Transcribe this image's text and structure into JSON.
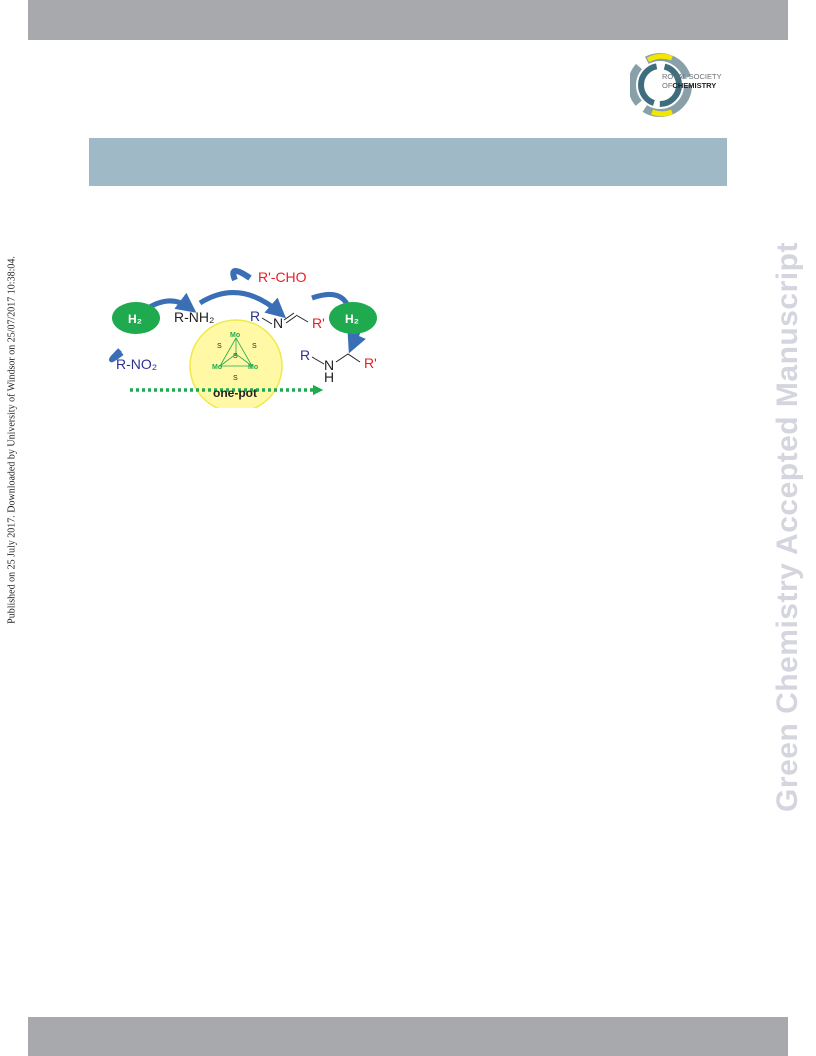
{
  "header": {
    "publisher_line1": "ROYAL SOCIETY",
    "publisher_line2_prefix": "OF",
    "publisher_line2_bold": "CHEMISTRY"
  },
  "side_note": "Published on 25 July 2017. Downloaded by University of Windsor on 25/07/2017 10:38:04.",
  "watermark": "Green Chemistry Accepted Manuscript",
  "graphic": {
    "reagent_top": "R'-CHO",
    "amine": "R-NH₂",
    "nitro": "R-NO₂",
    "h2_label": "H₂",
    "catalyst_mo": "Mo",
    "catalyst_s": "S",
    "catalyst_label": "one-pot",
    "imine_r": "R",
    "imine_n": "N",
    "imine_rp": "R'",
    "product_r": "R",
    "product_n": "N",
    "product_h": "H",
    "product_rp": "R'",
    "colors": {
      "blue": "#2e3192",
      "red": "#ed1c24",
      "green": "#1faa4f",
      "arrow": "#3a6fb5"
    }
  }
}
